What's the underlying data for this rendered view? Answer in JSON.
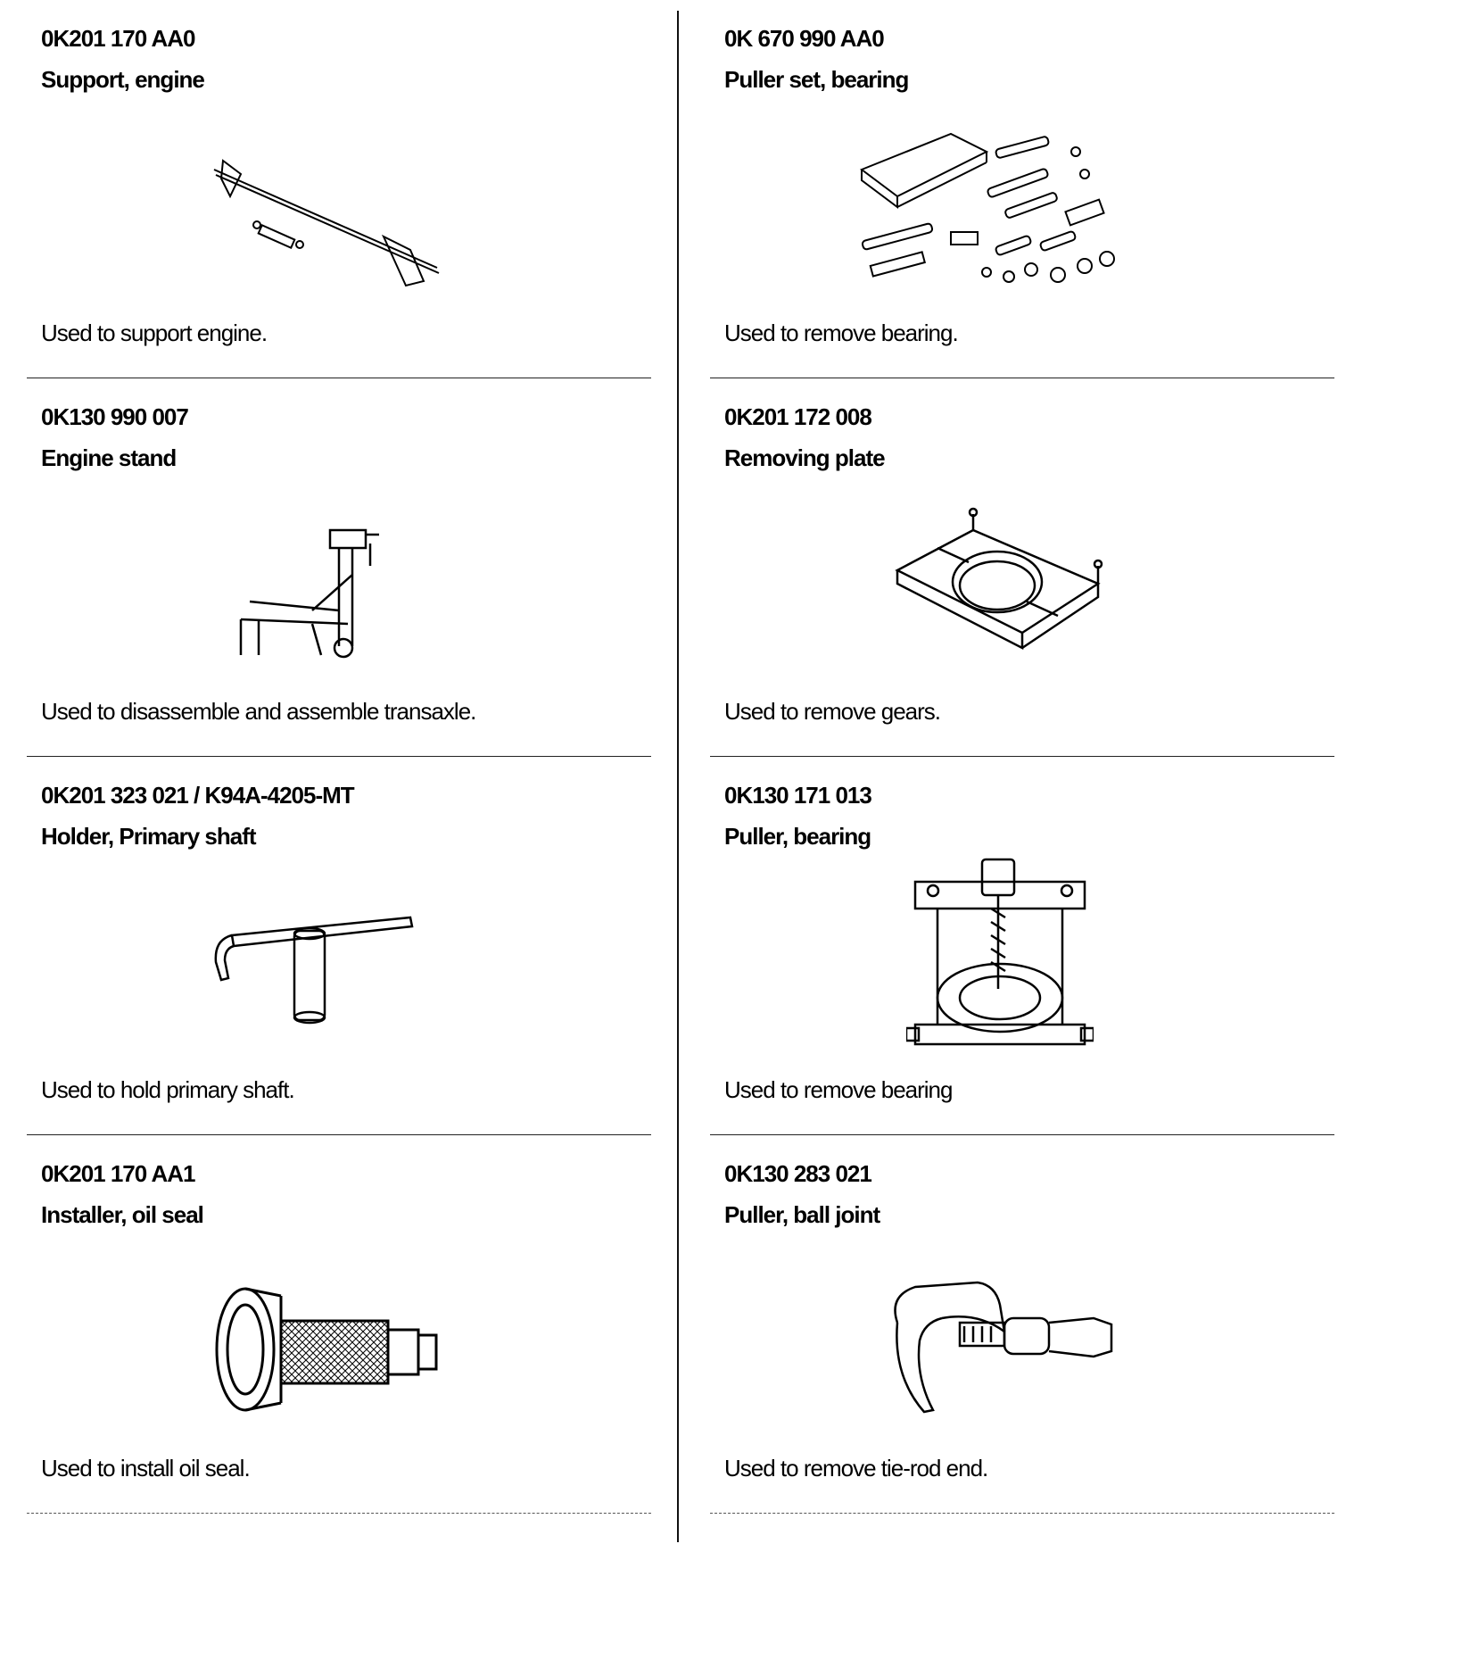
{
  "left_column": [
    {
      "code": "0K201 170 AA0",
      "title": "Support, engine",
      "description": "Used to support engine.",
      "illustration": "engine-support-icon"
    },
    {
      "code": "0K130 990 007",
      "title": "Engine stand",
      "description": "Used to disassemble and assemble transaxle.",
      "illustration": "engine-stand-icon"
    },
    {
      "code": "0K201 323 021 / K94A-4205-MT",
      "title": "Holder, Primary shaft",
      "description": "Used to hold primary shaft.",
      "illustration": "shaft-holder-icon"
    },
    {
      "code": "0K201 170 AA1",
      "title": "Installer, oil seal",
      "description": "Used to install oil seal.",
      "illustration": "oil-seal-installer-icon"
    }
  ],
  "right_column": [
    {
      "code": "0K 670 990 AA0",
      "title": "Puller set, bearing",
      "description": "Used to remove bearing.",
      "illustration": "bearing-puller-set-icon"
    },
    {
      "code": "0K201 172 008",
      "title": "Removing plate",
      "description": "Used to remove gears.",
      "illustration": "removing-plate-icon"
    },
    {
      "code": "0K130 171 013",
      "title": "Puller, bearing",
      "description": "Used to remove bearing",
      "illustration": "bearing-puller-icon"
    },
    {
      "code": "0K130 283 021",
      "title": "Puller, ball joint",
      "description": "Used to remove  tie-rod end.",
      "illustration": "ball-joint-puller-icon"
    }
  ]
}
